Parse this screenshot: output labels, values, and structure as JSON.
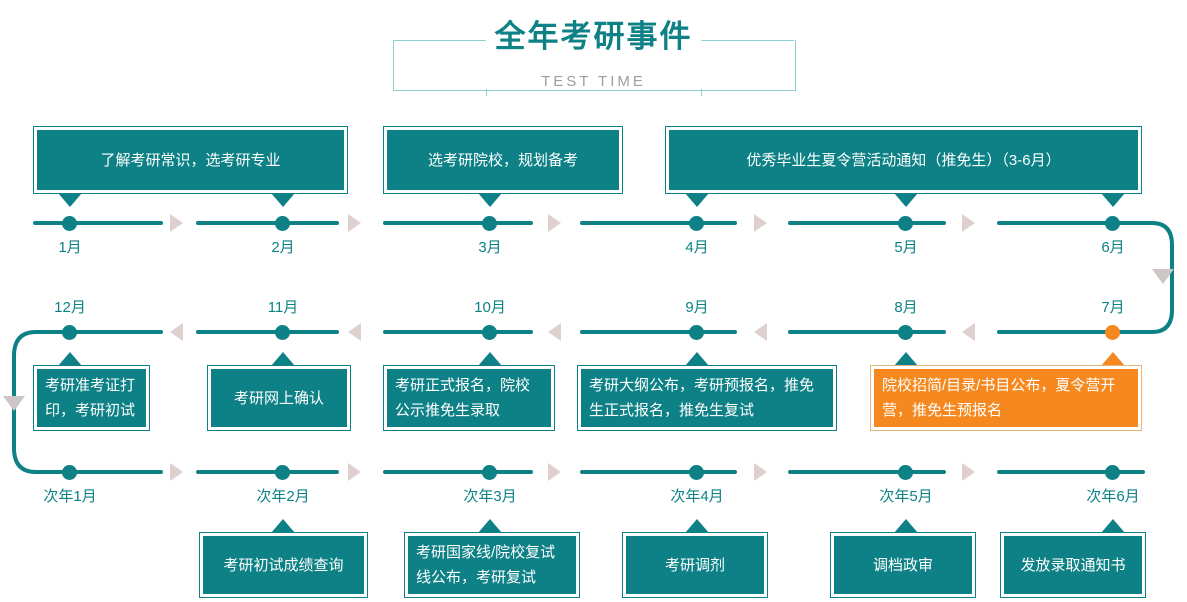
{
  "header": {
    "title": "全年考研事件",
    "subtitle": "TEST TIME"
  },
  "colors": {
    "teal": "#0d8186",
    "accent_orange": "#F5891F",
    "arrow_gray": "#ddd0cf",
    "title_rule": "#8fd0d6",
    "subtitle_text": "#9aa0a4"
  },
  "rows": [
    {
      "direction": "left-to-right",
      "months": [
        "1月",
        "2月",
        "3月",
        "4月",
        "5月",
        "6月"
      ],
      "boxes": [
        {
          "text": "了解考研常识，选考研专业",
          "spans": [
            "1月",
            "2月"
          ],
          "highlight": false
        },
        {
          "text": "选考研院校，规划备考",
          "spans": [
            "3月"
          ],
          "highlight": false
        },
        {
          "text": "优秀毕业生夏令营活动通知（推免生）（3-6月）",
          "spans": [
            "4月",
            "5月",
            "6月"
          ],
          "highlight": false
        }
      ]
    },
    {
      "direction": "right-to-left",
      "months": [
        "12月",
        "11月",
        "10月",
        "9月",
        "8月",
        "7月"
      ],
      "boxes": [
        {
          "text": "考研准考证打印，考研初试",
          "spans": [
            "12月"
          ],
          "highlight": false
        },
        {
          "text": "考研网上确认",
          "spans": [
            "11月"
          ],
          "highlight": false
        },
        {
          "text": "考研正式报名，院校公示推免生录取",
          "spans": [
            "10月"
          ],
          "highlight": false
        },
        {
          "text": "考研大纲公布，考研预报名，推免生正式报名，推免生复试",
          "spans": [
            "9月"
          ],
          "highlight": false
        },
        {
          "text": "院校招简/目录/书目公布，夏令营开营，推免生预报名",
          "spans": [
            "8月",
            "7月"
          ],
          "highlight": true
        }
      ]
    },
    {
      "direction": "left-to-right",
      "months": [
        "次年1月",
        "次年2月",
        "次年3月",
        "次年4月",
        "次年5月",
        "次年6月"
      ],
      "boxes": [
        {
          "text": "考研初试成绩查询",
          "spans": [
            "次年2月"
          ],
          "highlight": false
        },
        {
          "text": "考研国家线/院校复试线公布，考研复试",
          "spans": [
            "次年3月"
          ],
          "highlight": false
        },
        {
          "text": "考研调剂",
          "spans": [
            "次年4月"
          ],
          "highlight": false
        },
        {
          "text": "调档政审",
          "spans": [
            "次年5月"
          ],
          "highlight": false
        },
        {
          "text": "发放录取通知书",
          "spans": [
            "次年6月"
          ],
          "highlight": false
        }
      ]
    }
  ],
  "connectors": [
    {
      "name": "right-wrap-connector",
      "side": "right",
      "from": "6月",
      "to": "7月"
    },
    {
      "name": "left-wrap-connector",
      "side": "left",
      "from": "12月",
      "to": "次年1月"
    }
  ],
  "labels": {
    "r1m1": "1月",
    "r1m2": "2月",
    "r1m3": "3月",
    "r1m4": "4月",
    "r1m5": "5月",
    "r1m6": "6月",
    "r2m1": "12月",
    "r2m2": "11月",
    "r2m3": "10月",
    "r2m4": "9月",
    "r2m5": "8月",
    "r2m6": "7月",
    "r3m1": "次年1月",
    "r3m2": "次年2月",
    "r3m3": "次年3月",
    "r3m4": "次年4月",
    "r3m5": "次年5月",
    "r3m6": "次年6月"
  },
  "box_text": {
    "b1": "了解考研常识，选考研专业",
    "b2": "选考研院校，规划备考",
    "b3": "优秀毕业生夏令营活动通知（推免生）（3-6月）",
    "b4": "考研准考证打印，考研初试",
    "b5": "考研网上确认",
    "b6": "考研正式报名，院校公示推免生录取",
    "b7": "考研大纲公布，考研预报名，推免生正式报名，推免生复试",
    "b8": "院校招简/目录/书目公布，夏令营开营，推免生预报名",
    "b9": "考研初试成绩查询",
    "b10": "考研国家线/院校复试线公布，考研复试",
    "b11": "考研调剂",
    "b12": "调档政审",
    "b13": "发放录取通知书"
  }
}
